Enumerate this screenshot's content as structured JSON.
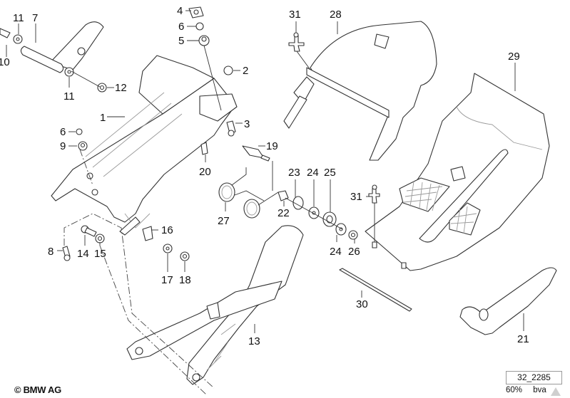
{
  "diagram": {
    "type": "exploded-parts-diagram",
    "subject": "Steering column / pedal bracket assembly",
    "callouts": [
      {
        "id": "c1",
        "label": "1"
      },
      {
        "id": "c2",
        "label": "2"
      },
      {
        "id": "c3",
        "label": "3"
      },
      {
        "id": "c4",
        "label": "4"
      },
      {
        "id": "c5",
        "label": "5"
      },
      {
        "id": "c6a",
        "label": "6"
      },
      {
        "id": "c6b",
        "label": "6"
      },
      {
        "id": "c7",
        "label": "7"
      },
      {
        "id": "c8",
        "label": "8"
      },
      {
        "id": "c9",
        "label": "9"
      },
      {
        "id": "c10",
        "label": "10"
      },
      {
        "id": "c11a",
        "label": "11"
      },
      {
        "id": "c11b",
        "label": "11"
      },
      {
        "id": "c12",
        "label": "12"
      },
      {
        "id": "c13",
        "label": "13"
      },
      {
        "id": "c14",
        "label": "14"
      },
      {
        "id": "c15",
        "label": "15"
      },
      {
        "id": "c16",
        "label": "16"
      },
      {
        "id": "c17",
        "label": "17"
      },
      {
        "id": "c18",
        "label": "18"
      },
      {
        "id": "c19",
        "label": "19"
      },
      {
        "id": "c20",
        "label": "20"
      },
      {
        "id": "c21",
        "label": "21"
      },
      {
        "id": "c22",
        "label": "22"
      },
      {
        "id": "c23",
        "label": "23"
      },
      {
        "id": "c24a",
        "label": "24"
      },
      {
        "id": "c24b",
        "label": "24"
      },
      {
        "id": "c25",
        "label": "25"
      },
      {
        "id": "c26",
        "label": "26"
      },
      {
        "id": "c27",
        "label": "27"
      },
      {
        "id": "c28",
        "label": "28"
      },
      {
        "id": "c29",
        "label": "29"
      },
      {
        "id": "c30",
        "label": "30"
      },
      {
        "id": "c31a",
        "label": "31"
      },
      {
        "id": "c31b",
        "label": "31"
      }
    ]
  },
  "footer": {
    "copyright": "© BMW AG",
    "reference_number": "32_2285",
    "scale": "60%",
    "code": "bva"
  }
}
